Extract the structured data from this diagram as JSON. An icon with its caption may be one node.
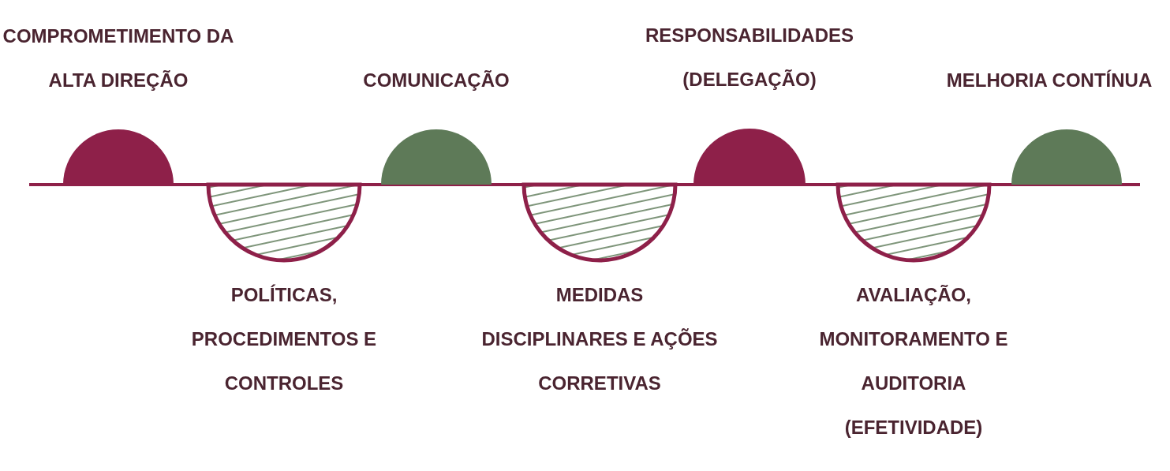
{
  "diagram": {
    "nodes": [
      {
        "text": [
          "COMPROMETIMENTO DA ALTA DIREÇÃO"
        ]
      },
      {
        "text": [
          "POLÍTICAS, PROCEDIMENTOS E CONTROLES"
        ]
      },
      {
        "text": [
          "COMUNICAÇÃO"
        ]
      },
      {
        "text": [
          "MEDIDAS DISCIPLINARES E AÇÕES CORRETIVAS"
        ]
      },
      {
        "text": [
          "RESPONSABILIDADES (DELEGAÇÃO)"
        ]
      },
      {
        "text": [
          "AVALIAÇÃO, MONITORAMENTO E AUDITORIA (EFETIVIDADE)"
        ]
      },
      {
        "text": [
          "MELHORIA CONTÍNUA"
        ]
      }
    ]
  }
}
